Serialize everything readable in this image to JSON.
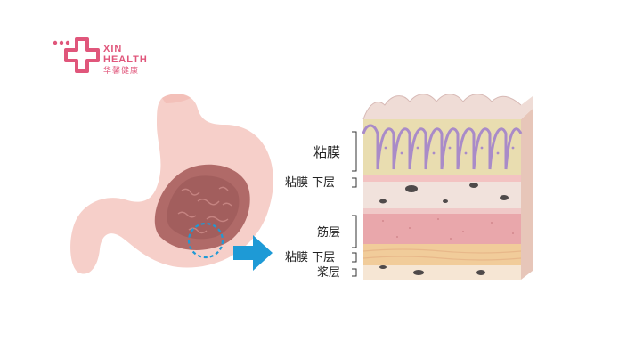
{
  "logo": {
    "line1": "XIN",
    "line2": "HEALTH",
    "line3": "华馨健康",
    "color": "#e0567b"
  },
  "layers": [
    {
      "label": "粘膜"
    },
    {
      "label": "粘膜 下层"
    },
    {
      "label": "筋层"
    },
    {
      "label": "粘膜 下层"
    },
    {
      "label": "浆层"
    }
  ],
  "colors": {
    "stomach": "#f6cfc9",
    "stomach_inner": "#b06a68",
    "arrow": "#1e9ad6",
    "mucosa": "#e9ddb0",
    "villi_outline": "#a98bc8",
    "submucosa": "#f1e2dc",
    "muscle": "#e9a7ab",
    "serosa": "#f1cc9a"
  }
}
